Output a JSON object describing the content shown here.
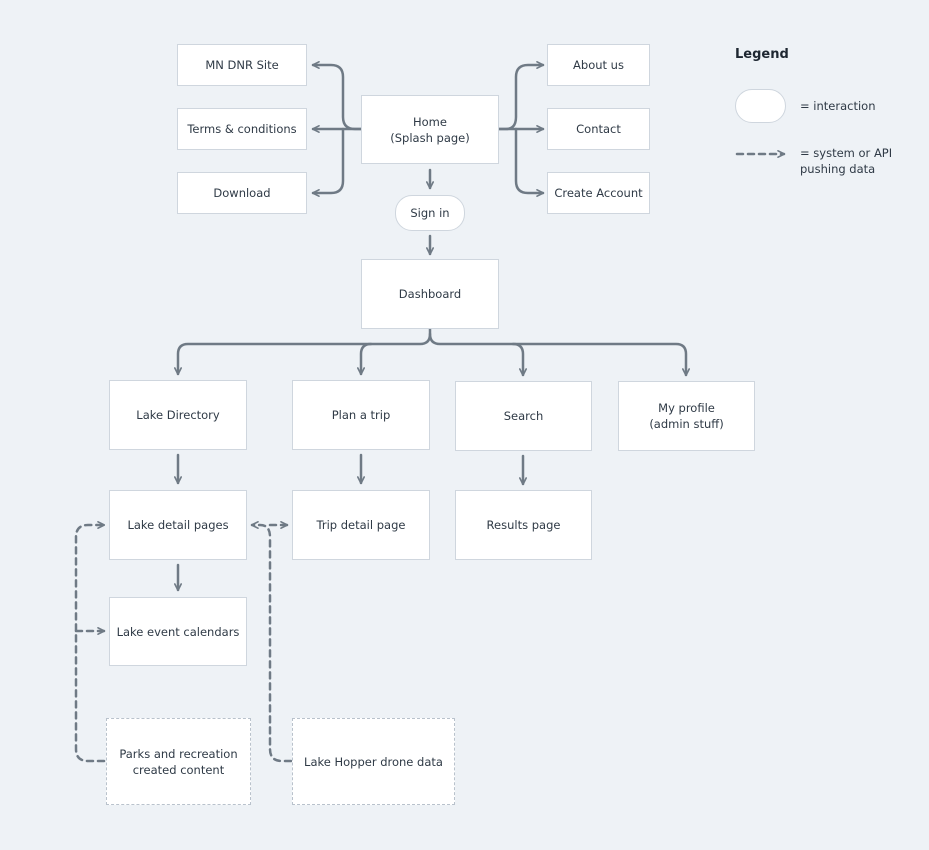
{
  "colors": {
    "background": "#eef2f6",
    "connector": "#6f7a85",
    "node_border": "#cfd6de",
    "dashed_border": "#b9c2cc",
    "text": "#2f3a46"
  },
  "nodes": {
    "mn_dnr_site": "MN DNR Site",
    "terms": "Terms & conditions",
    "download": "Download",
    "home": "Home\n(Splash page)",
    "about_us": "About us",
    "contact": "Contact",
    "create_account": "Create Account",
    "sign_in": "Sign in",
    "dashboard": "Dashboard",
    "lake_directory": "Lake Directory",
    "plan_trip": "Plan a trip",
    "search": "Search",
    "my_profile": "My profile\n(admin stuff)",
    "lake_detail": "Lake detail pages",
    "trip_detail": "Trip detail page",
    "results": "Results page",
    "lake_events": "Lake event calendars",
    "parks_content": "Parks and recreation\ncreated content",
    "drone_data": "Lake Hopper drone data"
  },
  "legend": {
    "title": "Legend",
    "interaction": "= interaction",
    "system": "= system or API\npushing data"
  }
}
